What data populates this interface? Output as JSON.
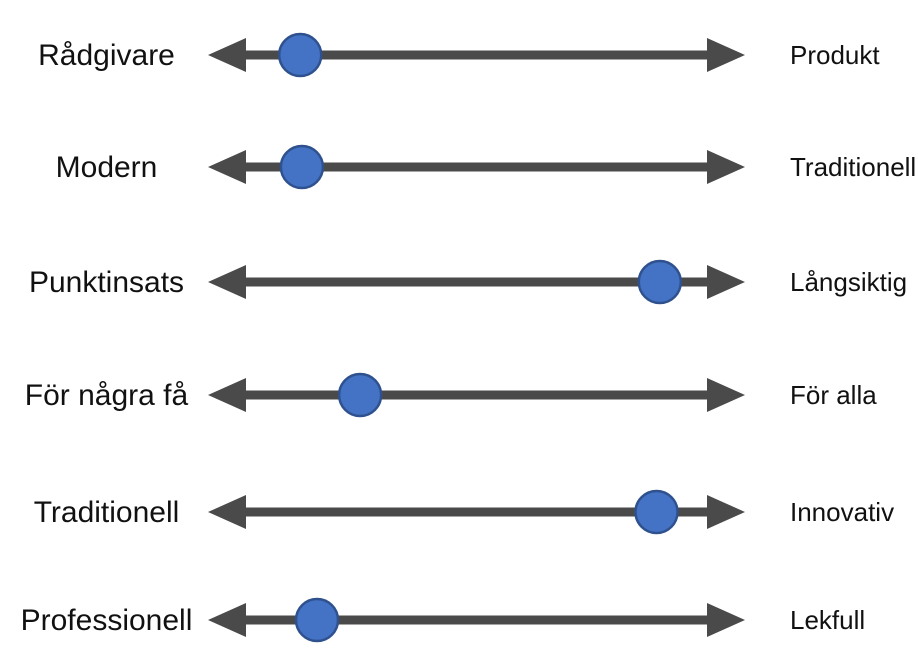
{
  "diagram": {
    "description": "Brand positioning spectrum diagram with six double-headed arrow scales and a marker dot on each",
    "colors": {
      "marker_fill": "#4472C4",
      "marker_border": "#2F528F",
      "arrow": "#4A4A4A",
      "background": "#FFFFFF",
      "text": "#111111"
    },
    "rows": [
      {
        "left": "Rådgivare",
        "right": "Produkt",
        "marker_pct": 17.3
      },
      {
        "left": "Modern",
        "right": "Traditionell",
        "marker_pct": 17.6
      },
      {
        "left": "Punktinsats",
        "right": "Långsiktig",
        "marker_pct": 84.0
      },
      {
        "left": "För några få",
        "right": "För alla",
        "marker_pct": 28.4
      },
      {
        "left": "Traditionell",
        "right": "Innovativ",
        "marker_pct": 83.4
      },
      {
        "left": "Professionell",
        "right": "Lekfull",
        "marker_pct": 20.4
      }
    ]
  }
}
